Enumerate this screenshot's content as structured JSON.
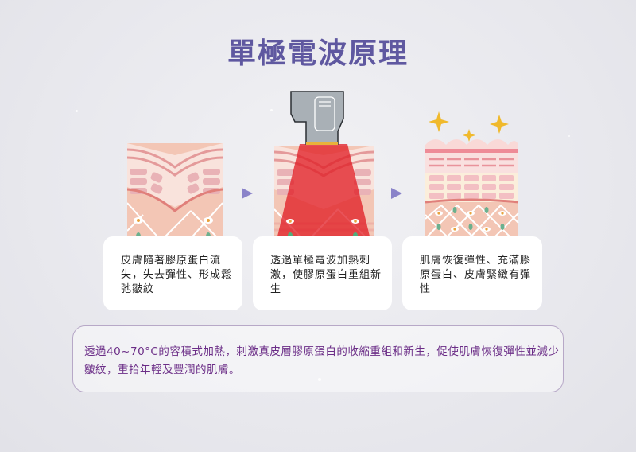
{
  "title": "單極電波原理",
  "colors": {
    "title": "#5f58a0",
    "summary_text": "#6b2d87",
    "arrow": "#8a83c9",
    "skin_pink": "#f1c4b3",
    "heat_red": "#e01a22",
    "sparkle": "#f0b92c",
    "probe_gray": "#a9b0b6"
  },
  "steps": [
    {
      "description": "皮膚隨著膠原蛋白流失，失去彈性、形成鬆弛皺紋",
      "illustration": "aged-skin-layers"
    },
    {
      "description": "透過單極電波加熱刺激，使膠原蛋白重組新生",
      "illustration": "probe-heating-skin"
    },
    {
      "description": "肌膚恢復彈性、充滿膠原蛋白、皮膚緊緻有彈性",
      "illustration": "firm-skin-sparkles"
    }
  ],
  "arrows": [
    "next-arrow",
    "next-arrow"
  ],
  "summary": "透過40~70°C的容積式加熱，刺激真皮層膠原蛋白的收縮重組和新生，促使肌膚恢復彈性並減少皺紋，重拾年輕及豐潤的肌膚。"
}
